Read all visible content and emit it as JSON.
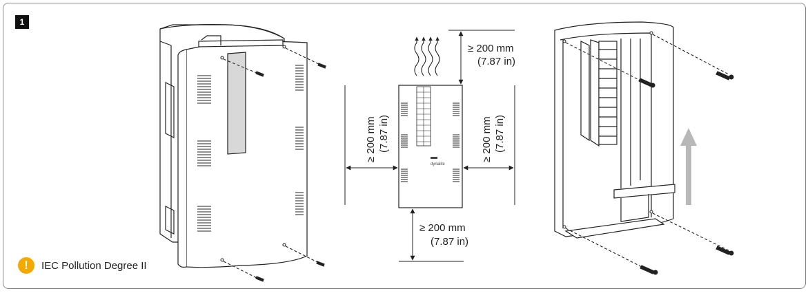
{
  "step_number": "1",
  "clearance": {
    "top": {
      "value": "≥ 200 mm",
      "imperial": "(7.87 in)"
    },
    "left": {
      "value": "≥ 200 mm",
      "imperial": "(7.87 in)"
    },
    "right": {
      "value": "≥ 200 mm",
      "imperial": "(7.87 in)"
    },
    "bottom": {
      "value": "≥ 200 mm",
      "imperial": "(7.87 in)"
    }
  },
  "brand_label": "dynalite",
  "note": {
    "icon": "warning-icon",
    "text": "IEC Pollution Degree II",
    "color": "#f2a900"
  }
}
